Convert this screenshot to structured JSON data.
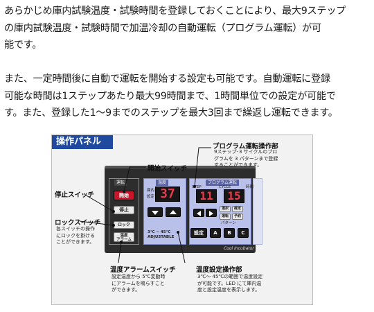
{
  "paragraphs": {
    "p1": [
      "あらかじめ庫内試験温度・試験時間を登録しておくことにより、最大9ステップ",
      "の庫内試験温度・試験時間で加温冷却の自動運転（プログラム運転）が可",
      "能です。"
    ],
    "p2": [
      "また、一定時間後に自動で運転を開始する設定も可能です。自動運転に登録",
      "可能な時間は1ステップあたり最大99時間まで、1時間単位での設定が可能で",
      "す。また、登録した1～9までのステップを最大3回まで繰返し運転できます。"
    ]
  },
  "figure": {
    "title": "操作パネル",
    "callouts": {
      "start_switch": "開始スイッチ",
      "stop_switch": "停止スイッチ",
      "lock_switch": "ロックスイッチ",
      "lock_desc": [
        "各スイッチの操作",
        "にロックを掛ける",
        "ことができます。"
      ],
      "program_op": "プログラム運転操作部",
      "program_desc": [
        "9ステップ･3 サイクルのプロ",
        "グラムを 3 パターンまで登録",
        "することができます。"
      ],
      "temp_alarm": "温度アラームスイッチ",
      "temp_alarm_desc": [
        "設定温度から 5℃変動時",
        "にアラームを鳴らすこと",
        "ができます。"
      ],
      "temp_set": "温度設定操作部",
      "temp_set_desc": [
        "3℃～ 45℃の範囲で温度設定",
        "が可能です。LED にて庫内温",
        "度と設定温度を表示します。"
      ]
    },
    "panel": {
      "sec_operation": "運転",
      "sec_temp": "温度",
      "sec_program": "プログラム運転",
      "start_label": "開始",
      "stop_label": "停止",
      "lock_label": "ロック",
      "alarm_label": "温度\nアラーム",
      "temp_display": "37",
      "prog_display_left": "11",
      "prog_display_right": "15",
      "step_label": "STEP",
      "cycle_label": "CYCLE",
      "time_label": "時間",
      "inner_label": "庫内",
      "set_label": "設定",
      "temp_range": "3℃ ~ 45℃",
      "adjustable": "ADJUSTABLE",
      "pattern_label": "パターン",
      "setting_btn": "設定",
      "pattern_a": "A",
      "pattern_b": "B",
      "pattern_c": "C",
      "brand": "Cool Incubator",
      "small_btn_1": "選択",
      "small_btn_2": "確定",
      "small_btn_3": "運転",
      "small_btn_4": "予約"
    }
  },
  "colors": {
    "title_bar": "#1f4aa0",
    "lcd": "#b9c0ea",
    "segment": "#e83b4d",
    "start_button": "#c8172b"
  }
}
